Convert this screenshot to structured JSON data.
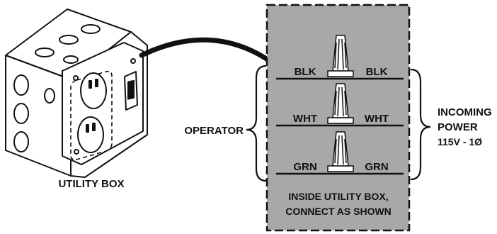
{
  "box_label": "UTILITY BOX",
  "operator_label": "OPERATOR",
  "incoming": {
    "line1": "INCOMING",
    "line2": "POWER",
    "line3": "115V - 1Ø"
  },
  "wires": [
    {
      "left": "BLK",
      "right": "BLK"
    },
    {
      "left": "WHT",
      "right": "WHT"
    },
    {
      "left": "GRN",
      "right": "GRN"
    }
  ],
  "note": {
    "line1": "INSIDE UTILITY BOX,",
    "line2": "CONNECT AS SHOWN"
  },
  "colors": {
    "panel": "#a8a8a8",
    "stroke": "#111111",
    "background": "#ffffff"
  }
}
